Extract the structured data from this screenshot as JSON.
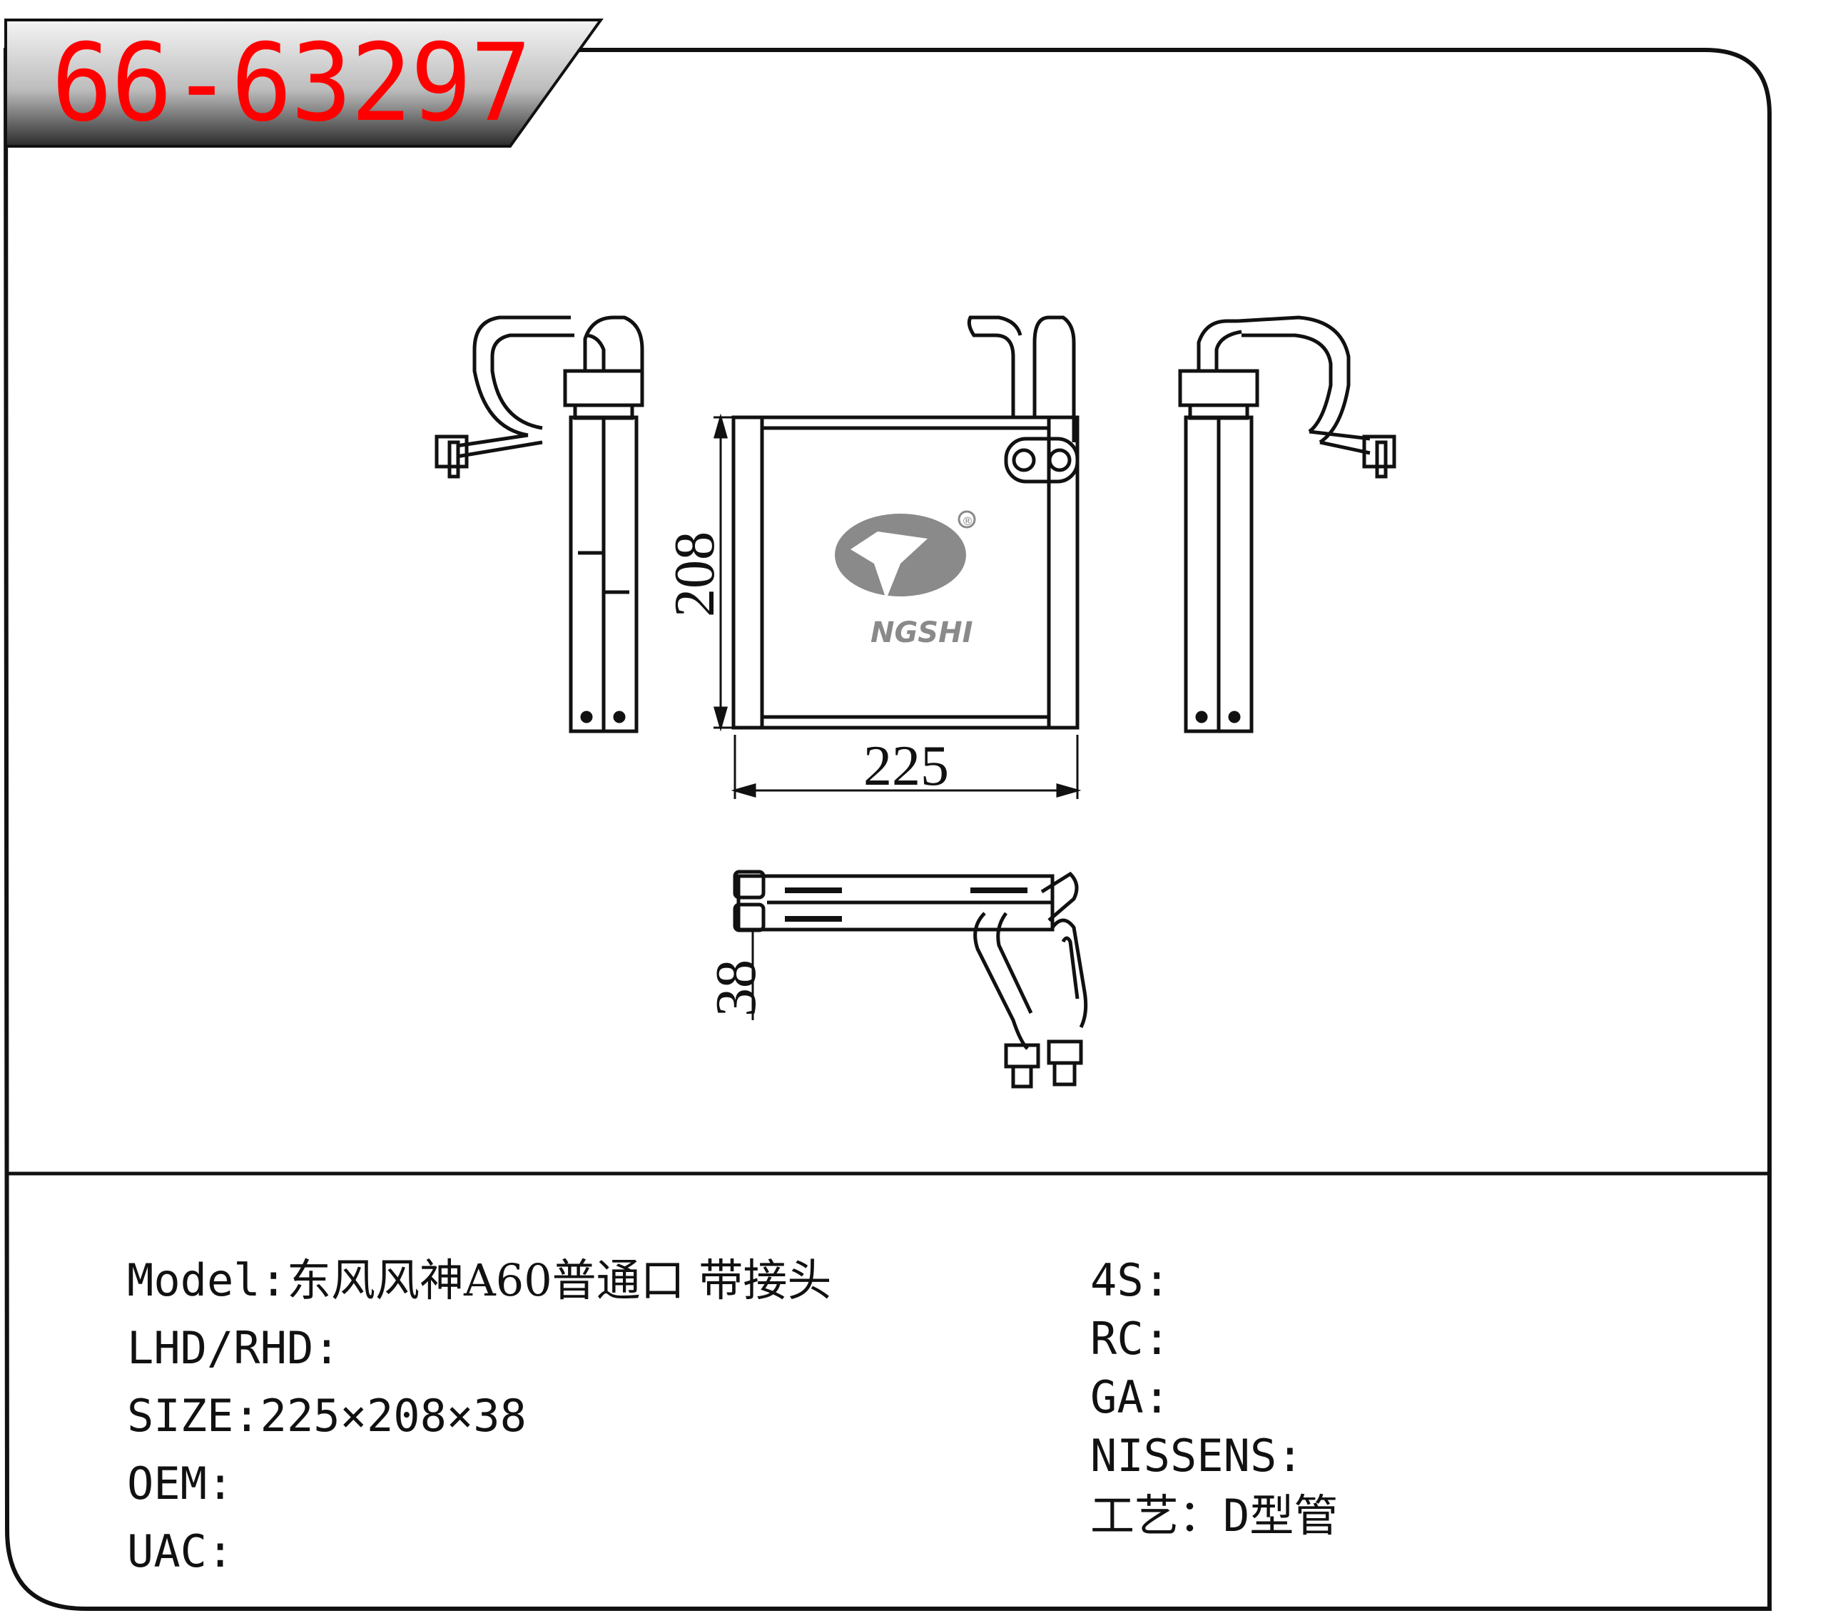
{
  "header": {
    "part_number": "66-63297"
  },
  "drawing": {
    "dim_width": "225",
    "dim_height": "208",
    "dim_depth": "38",
    "logo_text": "NGSHI",
    "logo_registered": "®"
  },
  "specs_left": [
    {
      "label": "Model:",
      "value": "东风风神A60普通口 带接头"
    },
    {
      "label": "LHD/RHD:",
      "value": ""
    },
    {
      "label": "SIZE:",
      "value": "225×208×38"
    },
    {
      "label": "OEM:",
      "value": ""
    },
    {
      "label": "UAC:",
      "value": ""
    }
  ],
  "specs_right": [
    {
      "label": "4S:",
      "value": ""
    },
    {
      "label": "RC:",
      "value": ""
    },
    {
      "label": "GA:",
      "value": ""
    },
    {
      "label": "NISSENS:",
      "value": ""
    },
    {
      "label": "工艺：",
      "value": "D型管"
    }
  ],
  "colors": {
    "part_number": "#ff0000",
    "line": "#111111",
    "logo": "#8a8a8a"
  }
}
